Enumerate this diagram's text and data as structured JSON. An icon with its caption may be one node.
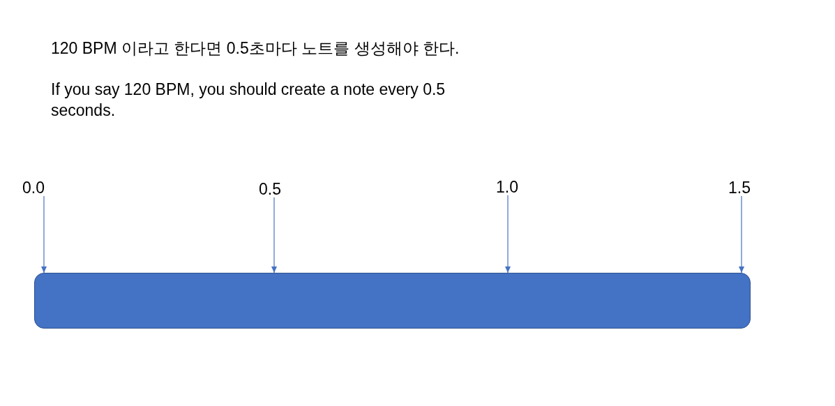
{
  "diagram": {
    "nodes": [
      {
        "text": [
          "0.0"
        ]
      },
      {
        "text": [
          "0.5"
        ]
      },
      {
        "text": [
          "1.0"
        ]
      },
      {
        "text": [
          "1.5"
        ]
      },
      {
        "text": [],
        "shape": "bar"
      }
    ],
    "edges": [
      {
        "from": 0,
        "to": 4,
        "arrow": "to"
      },
      {
        "from": 1,
        "to": 4,
        "arrow": "to"
      },
      {
        "from": 2,
        "to": 4,
        "arrow": "to"
      },
      {
        "from": 3,
        "to": 4,
        "arrow": "to"
      }
    ],
    "labels": [
      "120 BPM 이라고 한다면 0.5초마다 노트를 생성해야 한다.",
      "If you say 120 BPM, you should create a note every 0.5 seconds."
    ]
  }
}
